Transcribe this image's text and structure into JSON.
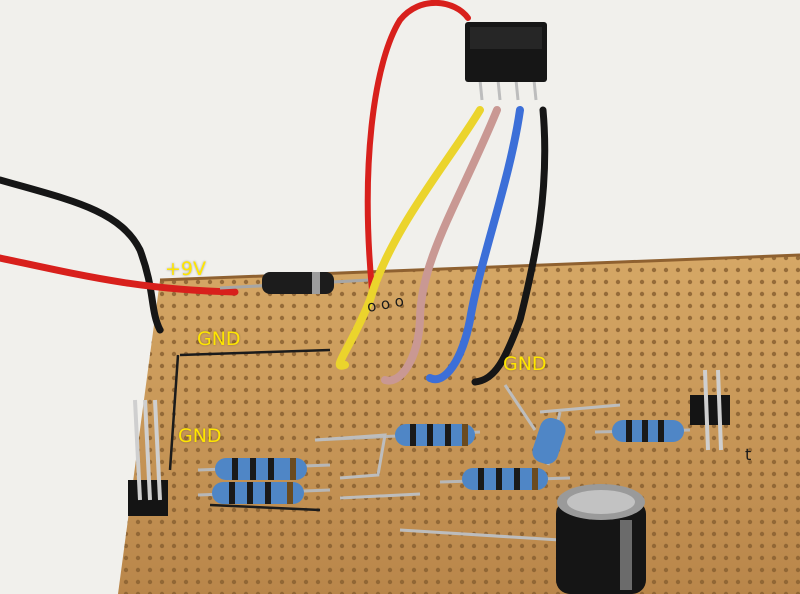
{
  "labels": {
    "supply": "+9V",
    "ground_top": "GND",
    "ground_right": "GND",
    "ground_left": "GND"
  },
  "board_markings": {
    "chip_pins": "o o o",
    "corner_mark": "t"
  },
  "colors": {
    "label": "#ffe600",
    "board": "#c99a57",
    "wire_red": "#d8201c",
    "wire_black": "#161616",
    "wire_yellow": "#ebd42c",
    "wire_pink": "#c99893",
    "wire_blue": "#3c6fd8",
    "resistor_body": "#4f86c6",
    "background_cloth": "#ecebe6"
  }
}
